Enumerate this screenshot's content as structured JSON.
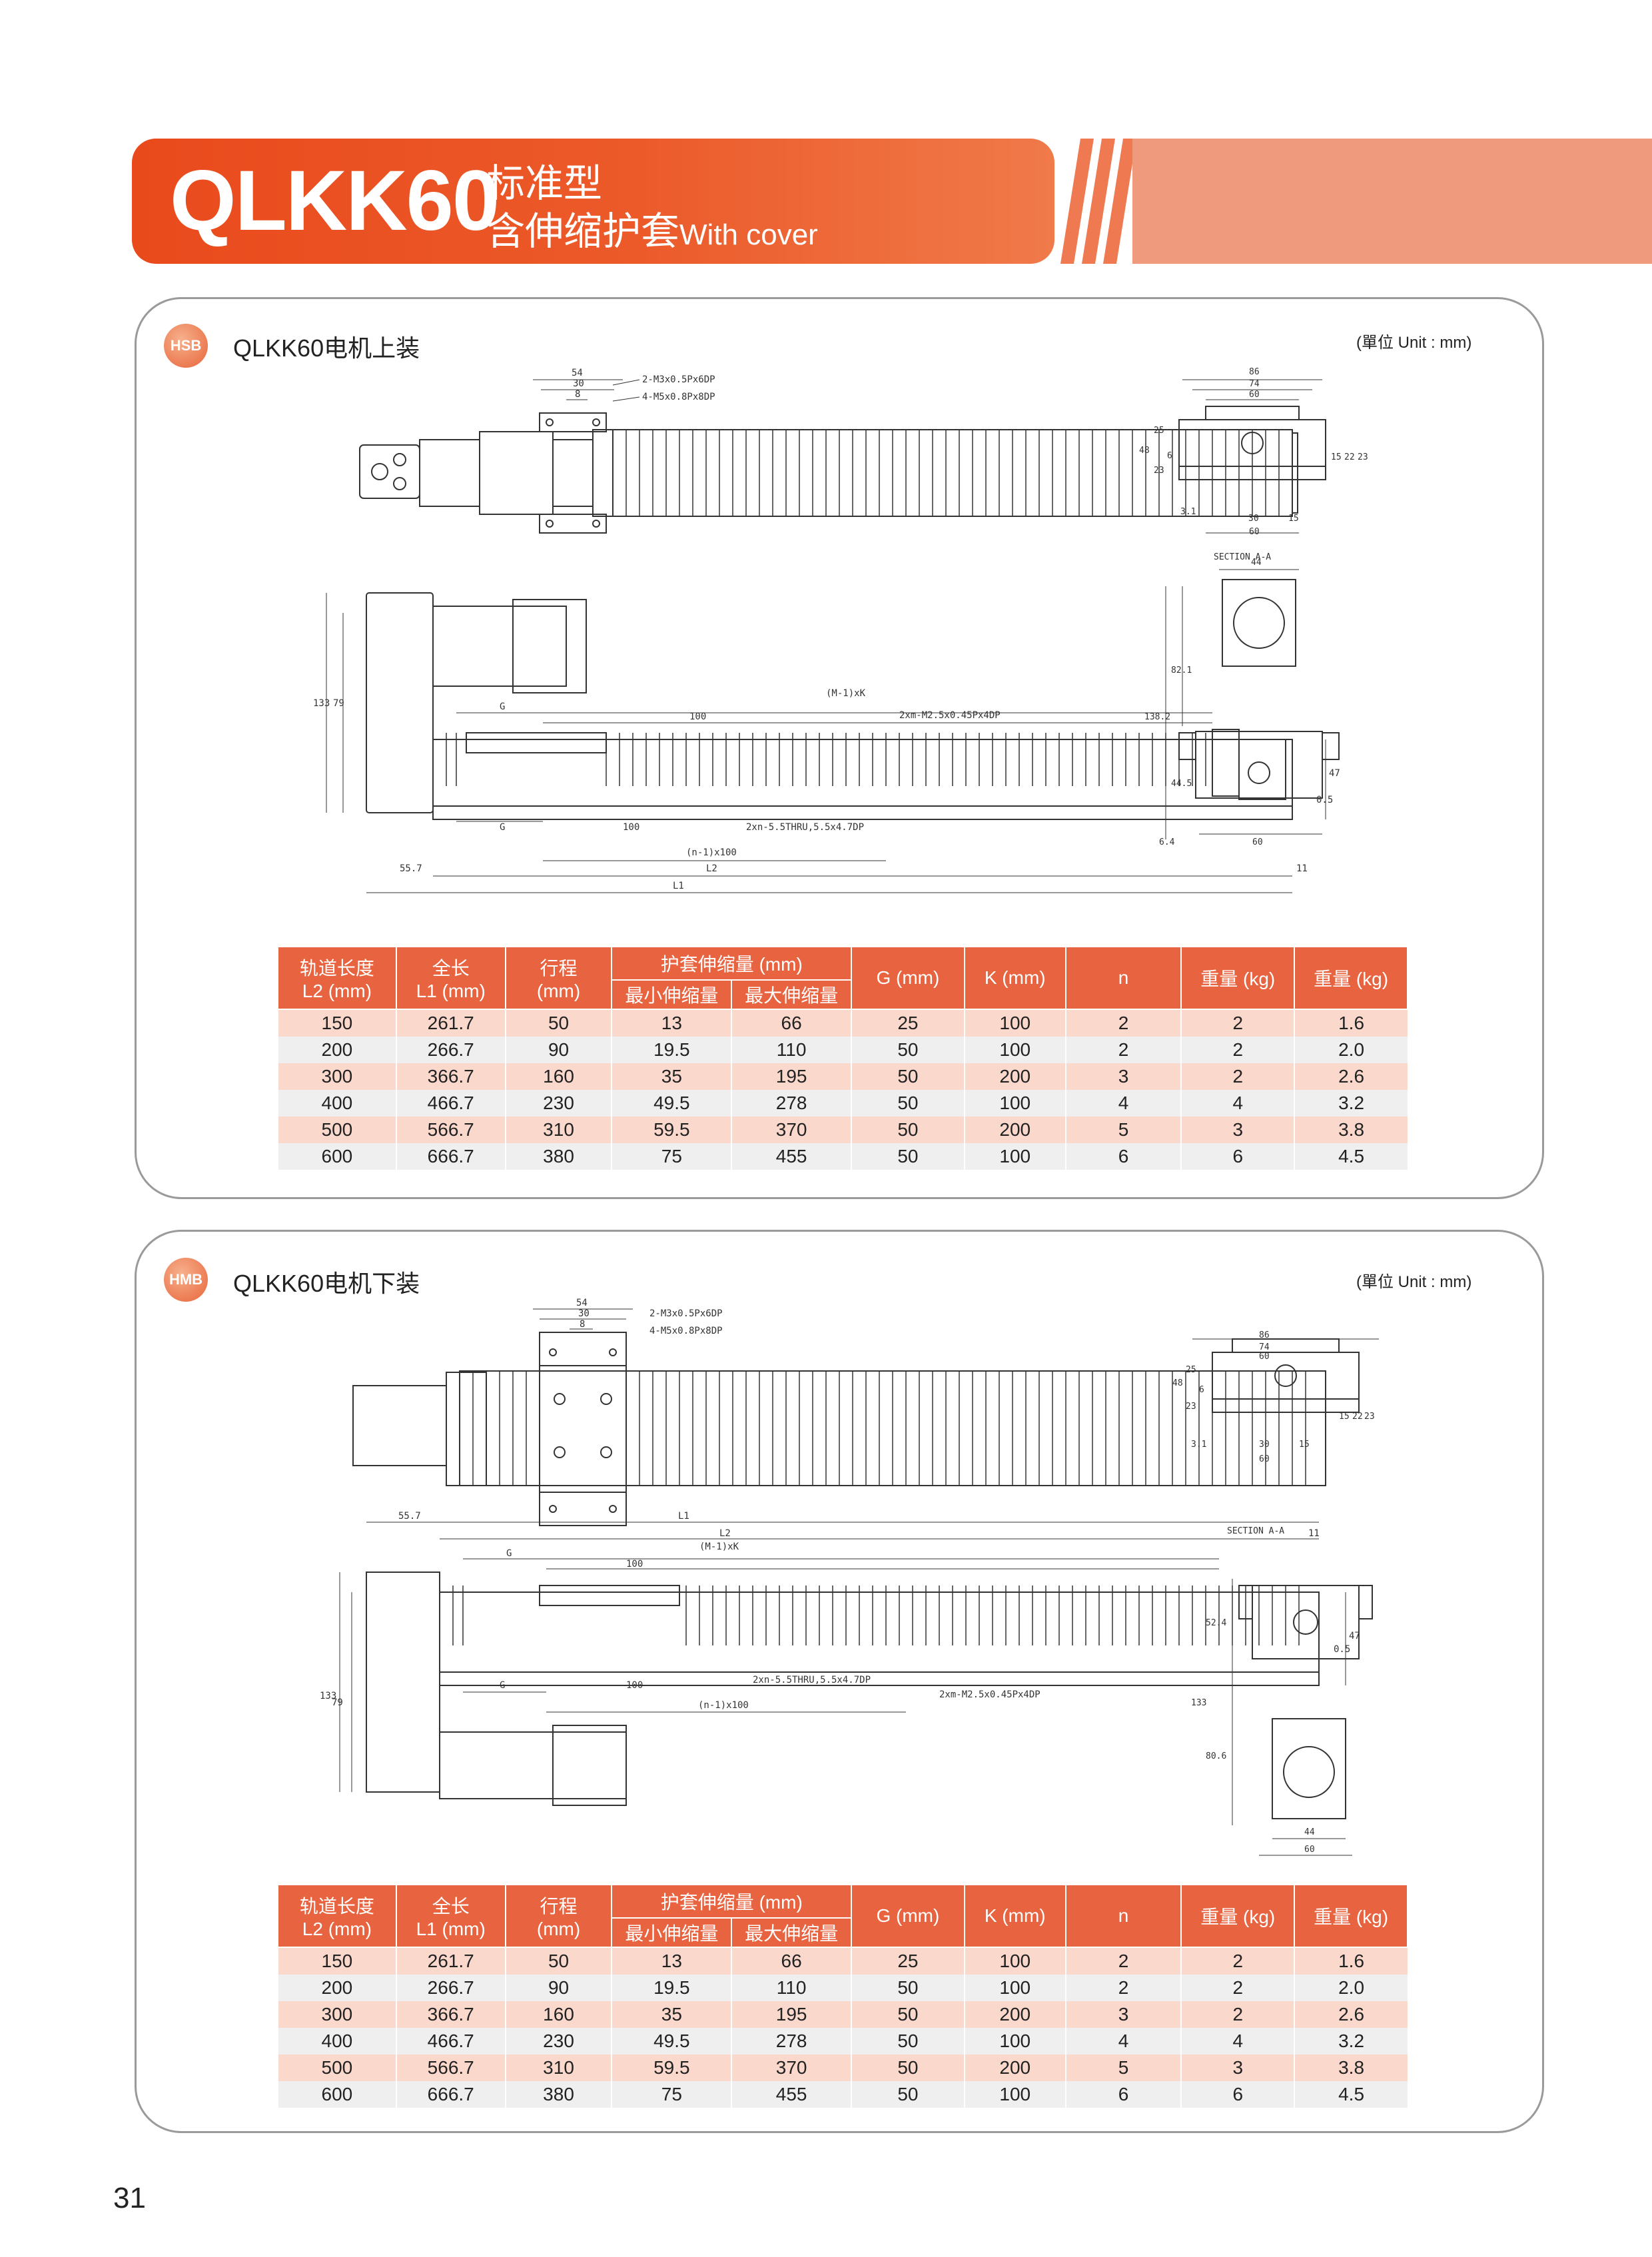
{
  "header": {
    "model": "QLKK60",
    "subtitle_line1": "标准型",
    "subtitle_line2": "含伸缩护套",
    "subtitle_en": "With cover"
  },
  "sections": [
    {
      "badge": "HSB",
      "title": "QLKK60电机上装",
      "unit": "(單位 Unit : mm)",
      "labels": {
        "top_dims": [
          "54",
          "30",
          "8"
        ],
        "thread1": "2-M3x0.5Px6DP",
        "thread2": "4-M5x0.8Px8DP",
        "mk": "(M-1)xK",
        "g": "G",
        "hundred": "100",
        "xm": "2xm-M2.5x0.45Px4DP",
        "xn": "2xn-5.5THRU,5.5x4.7DP",
        "n100": "(n-1)x100",
        "l2": "L2",
        "l1": "L1",
        "d557": "55.7",
        "d11": "11",
        "d133": "133",
        "d79": "79",
        "d47": "47",
        "d05": "0.5",
        "sec_dims": [
          "86",
          "74",
          "60",
          "25",
          "48",
          "23",
          "6",
          "15",
          "22",
          "23",
          "3.1",
          "30",
          "15",
          "60"
        ],
        "section": "SECTION A-A",
        "end_dims": [
          "44",
          "82.1",
          "138.2",
          "44.5",
          "6.4",
          "60"
        ]
      }
    },
    {
      "badge": "HMB",
      "title": "QLKK60电机下装",
      "unit": "(單位 Unit : mm)",
      "labels": {
        "top_dims": [
          "54",
          "30",
          "8"
        ],
        "thread1": "2-M3x0.5Px6DP",
        "thread2": "4-M5x0.8Px8DP",
        "mk": "(M-1)xK",
        "g": "G",
        "hundred": "100",
        "xm": "2xm-M2.5x0.45Px4DP",
        "xn": "2xn-5.5THRU,5.5x4.7DP",
        "n100": "(n-1)x100",
        "l2": "L2",
        "l1": "L1",
        "d557": "55.7",
        "d11": "11",
        "d133": "133",
        "d79": "79",
        "d47": "47",
        "d05": "0.5",
        "sec_dims": [
          "86",
          "74",
          "60",
          "25",
          "48",
          "23",
          "6",
          "15",
          "22",
          "23",
          "3.1",
          "30",
          "15",
          "60"
        ],
        "section": "SECTION A-A",
        "end_dims": [
          "52.4",
          "133",
          "80.6",
          "44",
          "60"
        ]
      }
    }
  ],
  "table": {
    "headers": {
      "rail1": "轨道长度",
      "rail2": "L2 (mm)",
      "total1": "全长",
      "total2": "L1 (mm)",
      "stroke1": "行程",
      "stroke2": "(mm)",
      "cover": "护套伸缩量 (mm)",
      "cover_min": "最小伸缩量",
      "cover_max": "最大伸缩量",
      "g": "G (mm)",
      "k": "K (mm)",
      "n": "n",
      "w1": "重量 (kg)",
      "w2": "重量 (kg)"
    },
    "rows": [
      [
        "150",
        "261.7",
        "50",
        "13",
        "66",
        "25",
        "100",
        "2",
        "2",
        "1.6"
      ],
      [
        "200",
        "266.7",
        "90",
        "19.5",
        "110",
        "50",
        "100",
        "2",
        "2",
        "2.0"
      ],
      [
        "300",
        "366.7",
        "160",
        "35",
        "195",
        "50",
        "200",
        "3",
        "2",
        "2.6"
      ],
      [
        "400",
        "466.7",
        "230",
        "49.5",
        "278",
        "50",
        "100",
        "4",
        "4",
        "3.2"
      ],
      [
        "500",
        "566.7",
        "310",
        "59.5",
        "370",
        "50",
        "200",
        "5",
        "3",
        "3.8"
      ],
      [
        "600",
        "666.7",
        "380",
        "75",
        "455",
        "50",
        "100",
        "6",
        "6",
        "4.5"
      ]
    ]
  },
  "page_number": "31",
  "colors": {
    "accent": "#e8633f",
    "banner": "#e94a1c",
    "row_odd": "#fbd8cc",
    "row_even": "#efefef"
  }
}
